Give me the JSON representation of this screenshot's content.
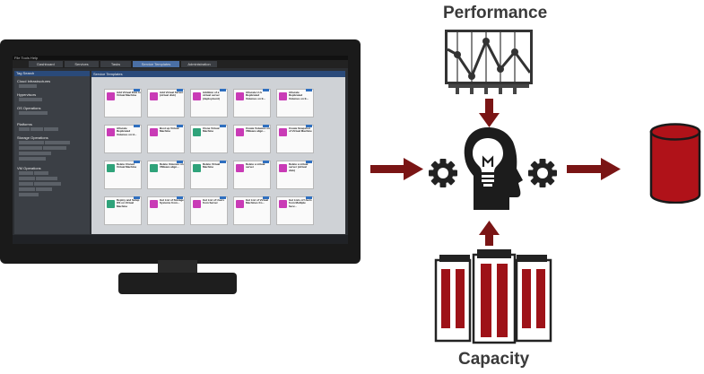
{
  "labels": {
    "performance": "Performance",
    "capacity": "Capacity"
  },
  "colors": {
    "arrow": "#7a1515",
    "dark": "#1a1a1a",
    "cylinder": "#b01219",
    "server": "#9e1218"
  },
  "screen": {
    "menu": "File  Tools  Help",
    "tabs": [
      "Dashboard",
      "Services",
      "Tasks",
      "Service Templates",
      "Administration"
    ],
    "sidebar_title": "Tag Search",
    "sidebar_sections": [
      "Cloud Infrastructures",
      "Hypervisors",
      "OS Operations",
      "Platforms",
      "Storage Operations",
      "VM Operations"
    ],
    "main_title": "Service Templates",
    "tiles": [
      "Add Virtual Disk to Virtual Machine",
      "Add Virtual Server (virtual disk)",
      "Addition of a virtual server (deployment)",
      "Allocate LUs Replicated Volumes on E...",
      "Allocate Replicated Volumes on E...",
      "Allocate Replicated Volumes on H...",
      "Boot up Virtual Machine",
      "Clone Virtual Machine",
      "Create Volumes on VMware align...",
      "Create Snapshot of Virtual Machine",
      "Delete Cloned Virtual Machine",
      "Delete Volumes on VMware align...",
      "Delete Virtual Machine",
      "Delete a virtual server",
      "Delete a virtual server (virtual disk)",
      "Deploy and Setup OS on Virtual Machine",
      "Get List of Storage Systems from...",
      "Get List of Users from Server",
      "Get List of Virtual Machines fro...",
      "Get Lists of Users from Multiple Serv..."
    ]
  }
}
